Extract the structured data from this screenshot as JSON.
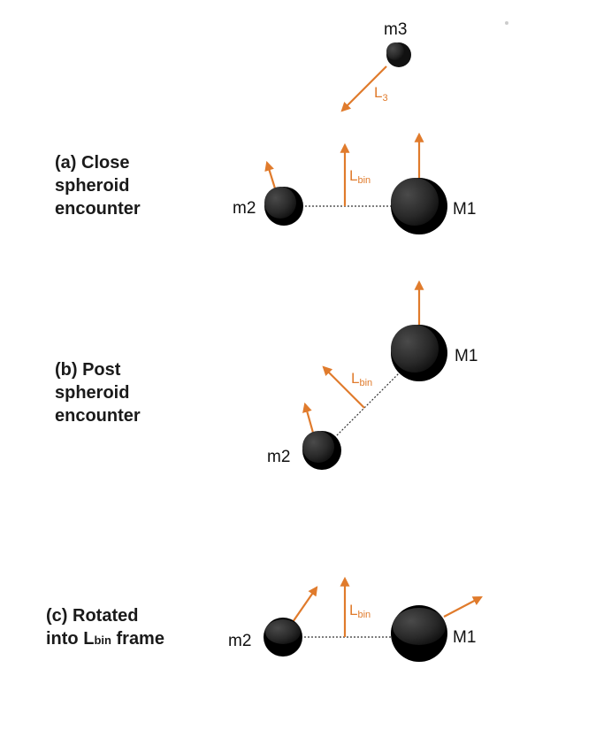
{
  "colors": {
    "vector": "#e07b2c",
    "body": "#1c1c1c",
    "body_highlight": "#555555",
    "line": "#333333"
  },
  "panels": [
    {
      "id": "a",
      "lines": [
        "(a) Close",
        "spheroid",
        "encounter"
      ]
    },
    {
      "id": "b",
      "lines": [
        "(b) Post",
        "spheroid",
        "encounter"
      ]
    },
    {
      "id": "c",
      "line1": "(c) Rotated",
      "line2_pre": "into L",
      "line2_sub": "bin",
      "line2_post": " frame"
    }
  ],
  "bodies": {
    "m3": "m3",
    "m2": "m2",
    "M1": "M1"
  },
  "vectors": {
    "L3_main": "L",
    "L3_sub": "3",
    "Lbin_main": "L",
    "Lbin_sub": "bin"
  }
}
